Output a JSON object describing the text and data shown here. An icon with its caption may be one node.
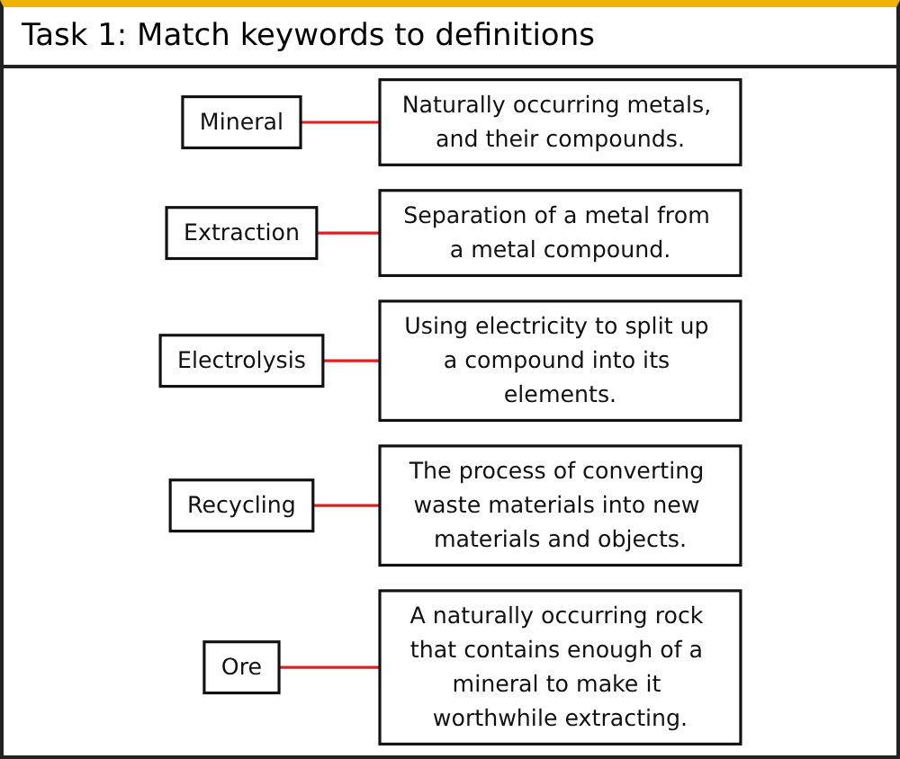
{
  "diagram": {
    "title": "Task 1: Match keywords to definitions",
    "nodes": [
      {
        "text": [
          "Mineral"
        ]
      },
      {
        "text": [
          "Naturally occurring metals, and their compounds."
        ]
      },
      {
        "text": [
          "Extraction"
        ]
      },
      {
        "text": [
          "Using electricity to split up a compound into its elements."
        ]
      },
      {
        "text": [
          "Electrolysis"
        ]
      },
      {
        "text": [
          "Separation of a metal from a metal compound."
        ]
      },
      {
        "text": [
          "Recycling"
        ]
      },
      {
        "text": [
          "A naturally occurring rock that contains enough of a mineral to make it worthwhile extracting."
        ]
      },
      {
        "text": [
          "Ore"
        ]
      },
      {
        "text": [
          "The process of converting waste materials into new materials and objects."
        ]
      }
    ],
    "edges": [
      {
        "from": 0,
        "to": 1,
        "arrow": "none"
      },
      {
        "from": 2,
        "to": 5,
        "arrow": "none"
      },
      {
        "from": 4,
        "to": 3,
        "arrow": "none"
      },
      {
        "from": 6,
        "to": 9,
        "arrow": "none"
      },
      {
        "from": 8,
        "to": 7,
        "arrow": "none"
      }
    ]
  }
}
